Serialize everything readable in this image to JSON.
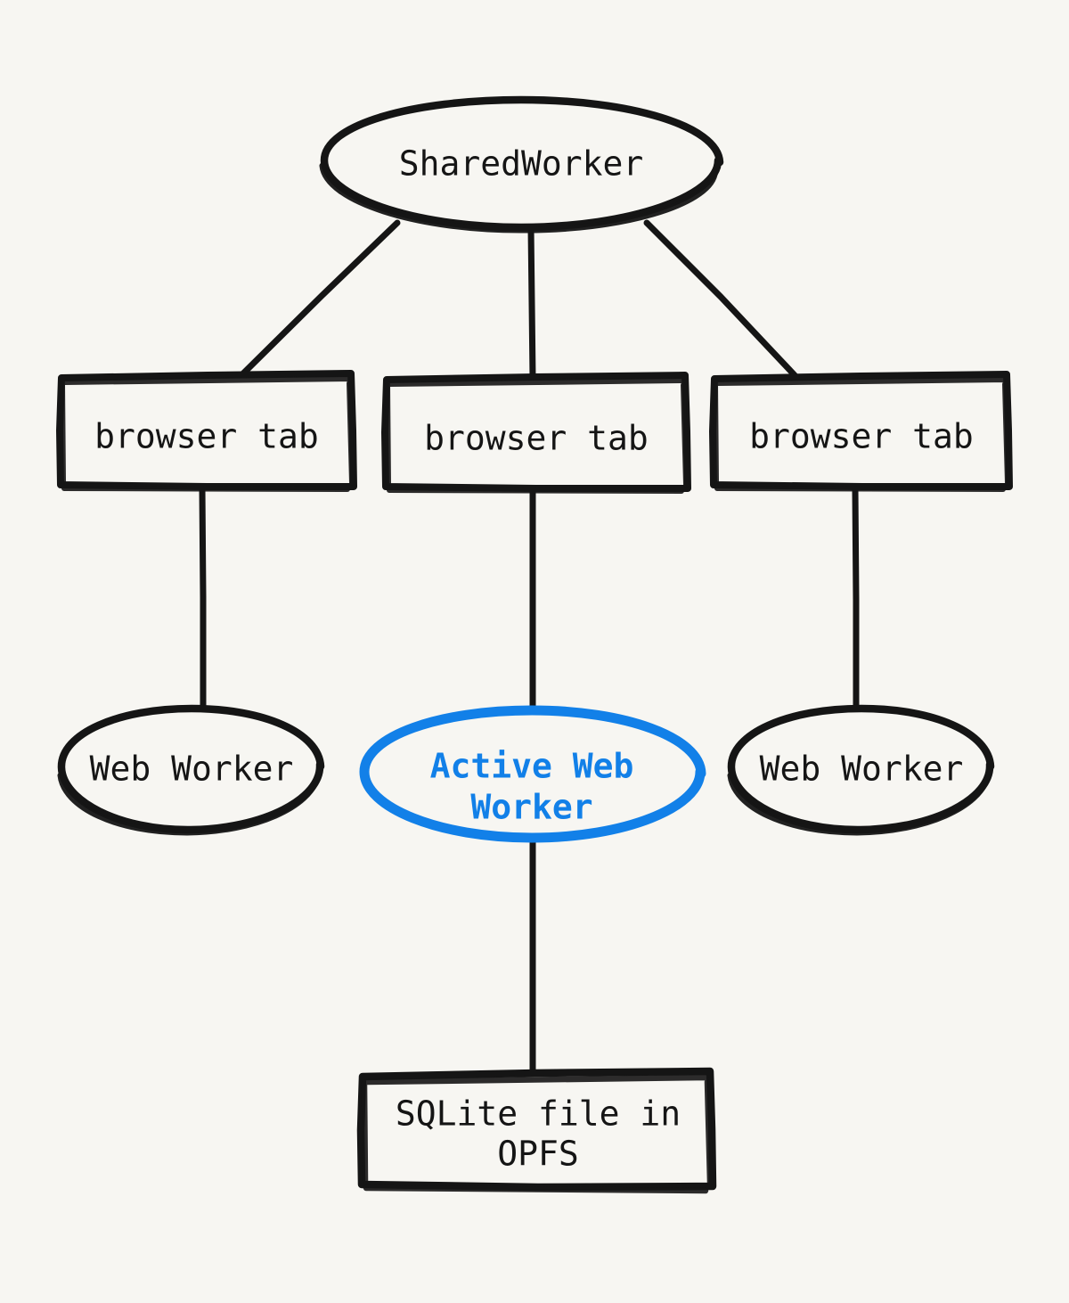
{
  "diagram": {
    "title_text": "SharedWorker",
    "background_color": "#f7f6f2",
    "stroke_color": "#151515",
    "accent_color": "#1280e8",
    "nodes": {
      "shared_worker": {
        "label": "SharedWorker",
        "shape": "ellipse",
        "color": "#151515"
      },
      "browser_tab_left": {
        "label": "browser tab",
        "shape": "rectangle",
        "color": "#151515"
      },
      "browser_tab_center": {
        "label": "browser tab",
        "shape": "rectangle",
        "color": "#151515"
      },
      "browser_tab_right": {
        "label": "browser tab",
        "shape": "rectangle",
        "color": "#151515"
      },
      "web_worker_left": {
        "label": "Web Worker",
        "shape": "ellipse",
        "color": "#151515"
      },
      "active_web_worker": {
        "label_line1": "Active Web",
        "label_line2": "Worker",
        "shape": "ellipse",
        "color": "#1280e8"
      },
      "web_worker_right": {
        "label": "Web Worker",
        "shape": "ellipse",
        "color": "#151515"
      },
      "sqlite_file": {
        "label_line1": "SQLite file in",
        "label_line2": "OPFS",
        "shape": "rectangle",
        "color": "#151515"
      }
    },
    "edges": [
      {
        "from": "shared_worker",
        "to": "browser_tab_left"
      },
      {
        "from": "shared_worker",
        "to": "browser_tab_center"
      },
      {
        "from": "shared_worker",
        "to": "browser_tab_right"
      },
      {
        "from": "browser_tab_left",
        "to": "web_worker_left"
      },
      {
        "from": "browser_tab_center",
        "to": "active_web_worker"
      },
      {
        "from": "browser_tab_right",
        "to": "web_worker_right"
      },
      {
        "from": "active_web_worker",
        "to": "sqlite_file"
      }
    ]
  }
}
